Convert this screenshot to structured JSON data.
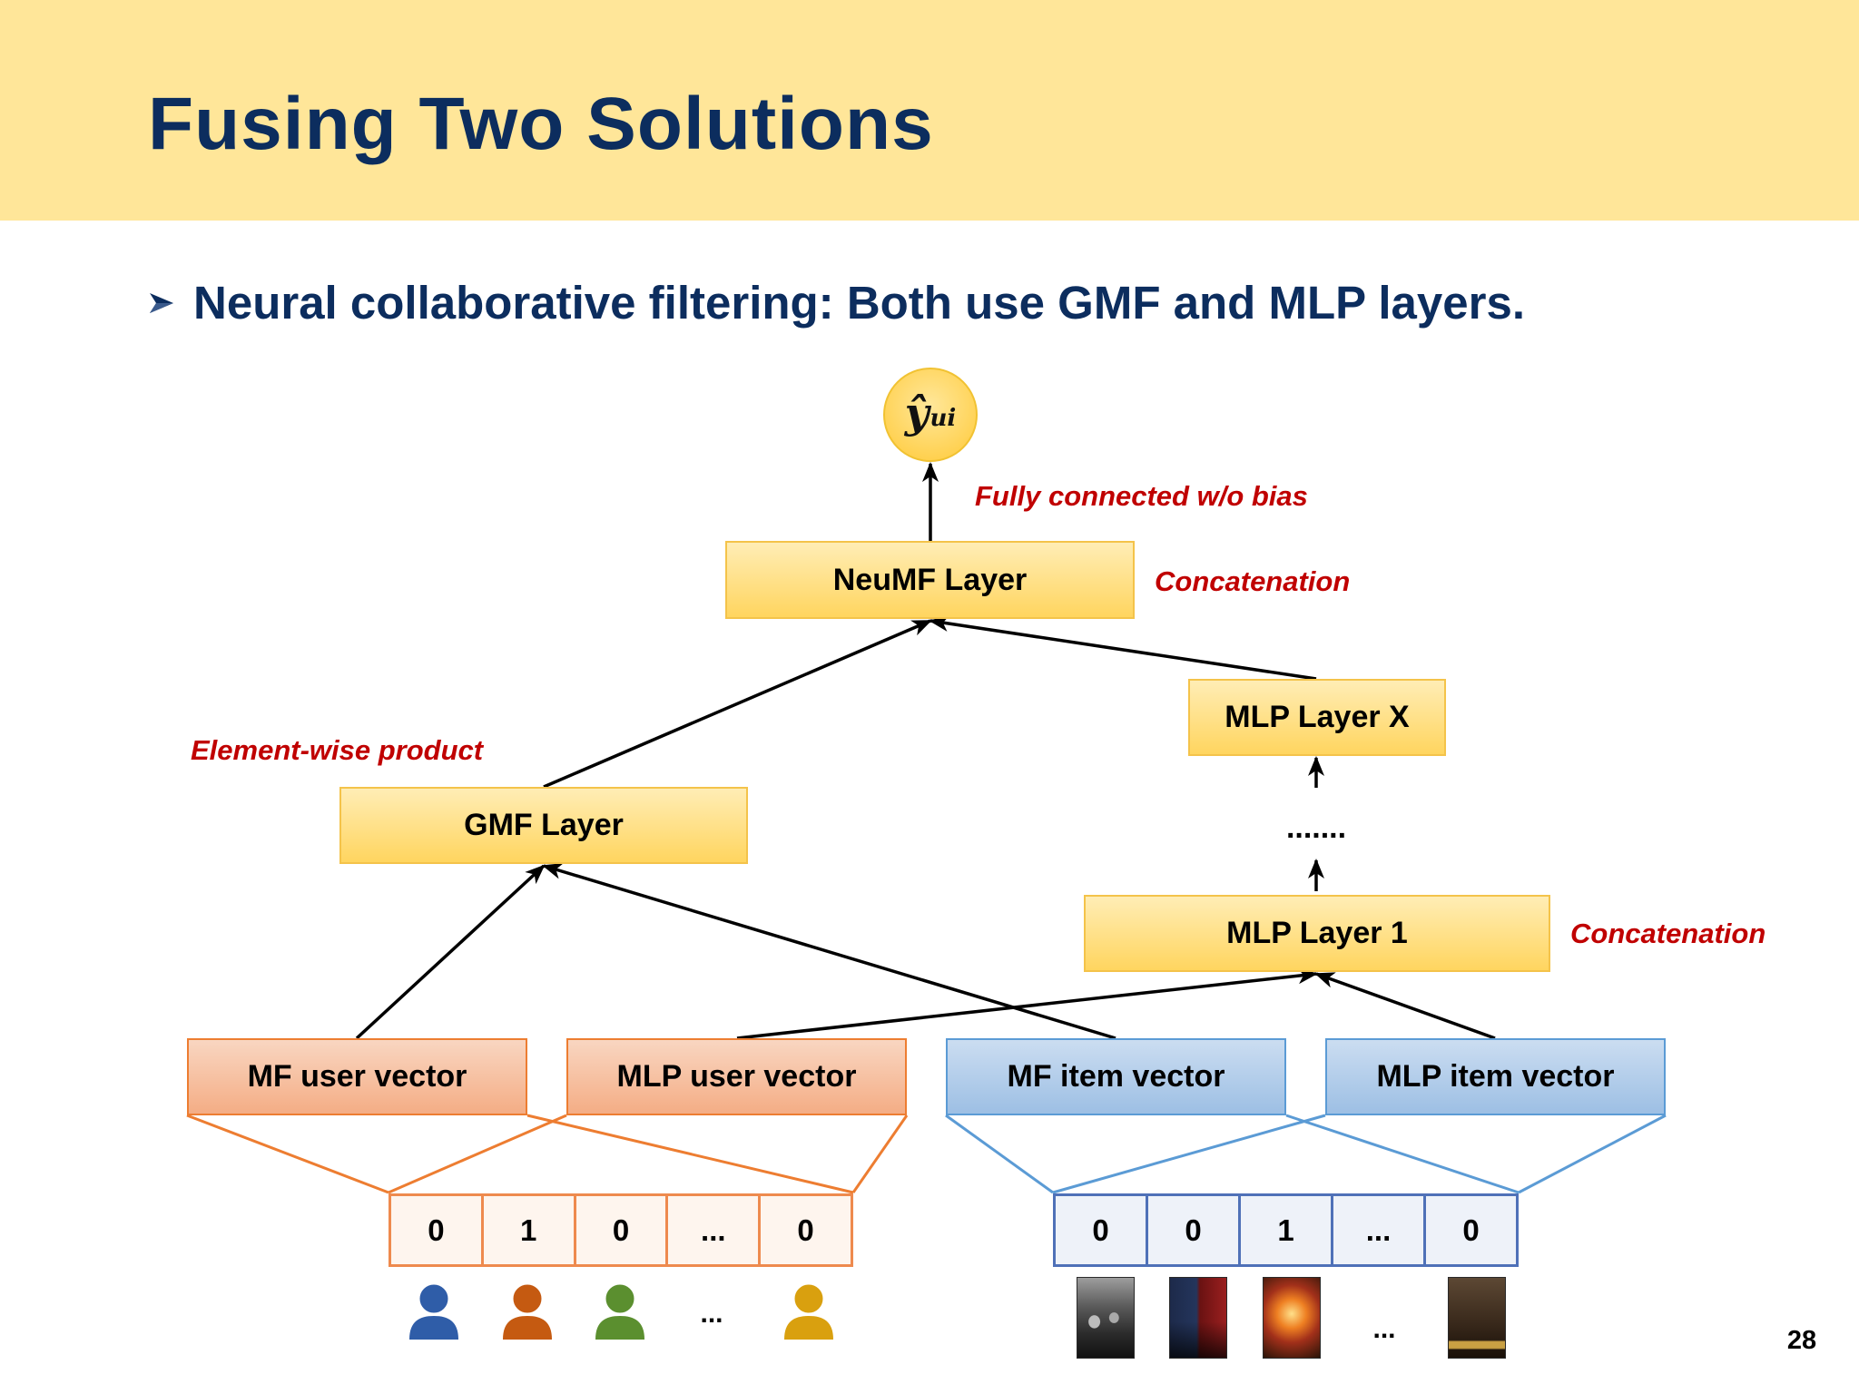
{
  "theme": {
    "header_bg": "#FFE699",
    "title_color": "#0C2D5E",
    "annotation_red": "#C00000",
    "layer_fill_top": "#FFEDB5",
    "layer_fill_bottom": "#FFD55F",
    "layer_border": "#F4C34A",
    "user_fill_top": "#F9D6C1",
    "user_fill_bottom": "#F4AD85",
    "user_border": "#ED7D31",
    "item_fill_top": "#CBDDF1",
    "item_fill_bottom": "#9DBFE4",
    "item_border": "#5B9BD5"
  },
  "slide": {
    "title": "Fusing Two Solutions",
    "bullet_icon": "arrowhead-bullet-icon",
    "bullet_text": "Neural collaborative filtering: Both use GMF and MLP layers.",
    "page_number": "28"
  },
  "diagram": {
    "output": {
      "symbol": "ŷ",
      "subscript": "ui"
    },
    "annotations": {
      "fully_connected": "Fully connected w/o bias",
      "neumf_combine": "Concatenation",
      "gmf_combine": "Element-wise product",
      "mlp_combine": "Concatenation"
    },
    "layers": {
      "neumf": "NeuMF Layer",
      "mlp_top": "MLP Layer X",
      "mlp_ellipsis": ".......",
      "mlp_bottom": "MLP Layer 1",
      "gmf": "GMF Layer"
    },
    "embeddings": {
      "mf_user": "MF user vector",
      "mlp_user": "MLP user vector",
      "mf_item": "MF item vector",
      "mlp_item": "MLP item vector"
    },
    "user_onehot": [
      "0",
      "1",
      "0",
      "...",
      "0"
    ],
    "item_onehot": [
      "0",
      "0",
      "1",
      "...",
      "0"
    ],
    "users": {
      "icons": [
        {
          "icon": "user-icon",
          "color": "#2F5DA8"
        },
        {
          "icon": "user-icon",
          "color": "#C55A11"
        },
        {
          "icon": "user-icon",
          "color": "#5B8F2F"
        },
        {
          "icon": "user-icon",
          "color": "#D9A00F"
        }
      ],
      "ellipsis": "..."
    },
    "items": {
      "icons": [
        "movie-poster-icon",
        "movie-poster-icon",
        "movie-poster-icon",
        "movie-poster-icon"
      ],
      "ellipsis": "..."
    }
  }
}
